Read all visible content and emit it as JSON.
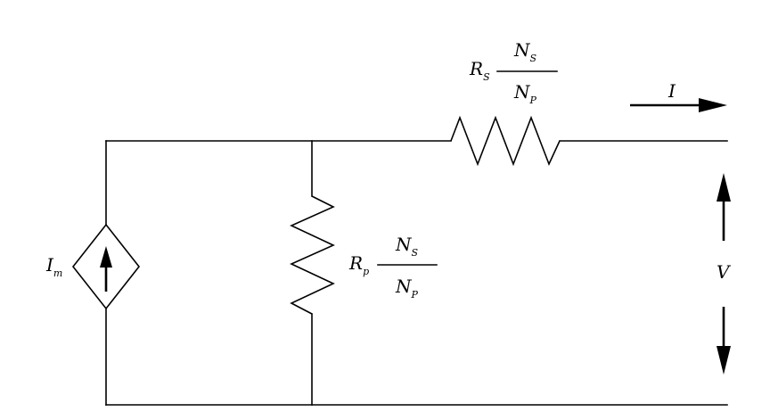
{
  "labels": {
    "source": {
      "main": "I",
      "sub": "m"
    },
    "series_resistor": {
      "main": "R",
      "sub": "S",
      "numerator": {
        "main": "N",
        "sub": "S"
      },
      "denominator": {
        "main": "N",
        "sub": "P"
      }
    },
    "parallel_resistor": {
      "main": "R",
      "sub": "p",
      "numerator": {
        "main": "N",
        "sub": "S"
      },
      "denominator": {
        "main": "N",
        "sub": "P"
      }
    },
    "current": "I",
    "voltage": "V"
  }
}
